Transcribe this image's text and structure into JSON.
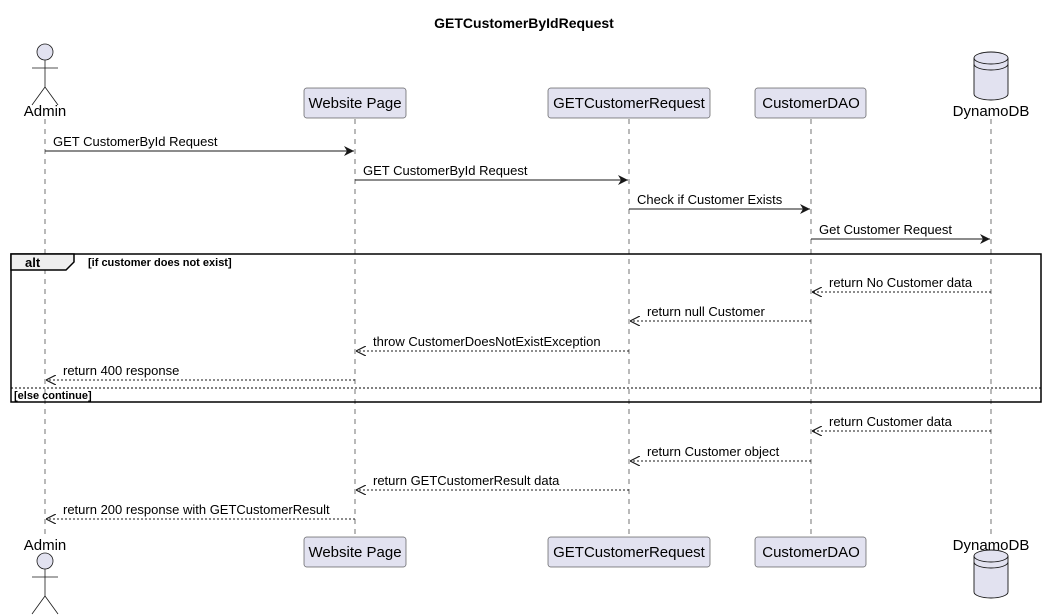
{
  "title": "GETCustomerByIdRequest",
  "colors": {
    "box_fill": "#e2e2f0",
    "box_stroke": "#181818",
    "lifeline": "#181818",
    "arrow": "#181818"
  },
  "participants": [
    {
      "id": "admin",
      "label": "Admin",
      "kind": "actor"
    },
    {
      "id": "website",
      "label": "Website Page",
      "kind": "box"
    },
    {
      "id": "request",
      "label": "GETCustomerRequest",
      "kind": "box"
    },
    {
      "id": "dao",
      "label": "CustomerDAO",
      "kind": "box"
    },
    {
      "id": "dynamo",
      "label": "DynamoDB",
      "kind": "database"
    }
  ],
  "messages": [
    {
      "from": "admin",
      "to": "website",
      "label": "GET CustomerById Request",
      "style": "solid"
    },
    {
      "from": "website",
      "to": "request",
      "label": "GET CustomerById Request",
      "style": "solid"
    },
    {
      "from": "request",
      "to": "dao",
      "label": "Check if Customer Exists",
      "style": "solid"
    },
    {
      "from": "dao",
      "to": "dynamo",
      "label": "Get Customer Request",
      "style": "solid"
    },
    {
      "from": "dynamo",
      "to": "dao",
      "label": "return No Customer data",
      "style": "dashed"
    },
    {
      "from": "dao",
      "to": "request",
      "label": "return null Customer",
      "style": "dashed"
    },
    {
      "from": "request",
      "to": "website",
      "label": "throw CustomerDoesNotExistException",
      "style": "dashed"
    },
    {
      "from": "website",
      "to": "admin",
      "label": "return 400 response",
      "style": "dashed"
    },
    {
      "from": "dynamo",
      "to": "dao",
      "label": "return Customer data",
      "style": "dashed"
    },
    {
      "from": "dao",
      "to": "request",
      "label": "return Customer object",
      "style": "dashed"
    },
    {
      "from": "request",
      "to": "website",
      "label": "return GETCustomerResult data",
      "style": "dashed"
    },
    {
      "from": "website",
      "to": "admin",
      "label": "return 200 response with GETCustomerResult",
      "style": "dashed"
    }
  ],
  "fragment": {
    "keyword": "alt",
    "guard": "[if customer does not exist]",
    "else_guard": "[else continue]"
  }
}
